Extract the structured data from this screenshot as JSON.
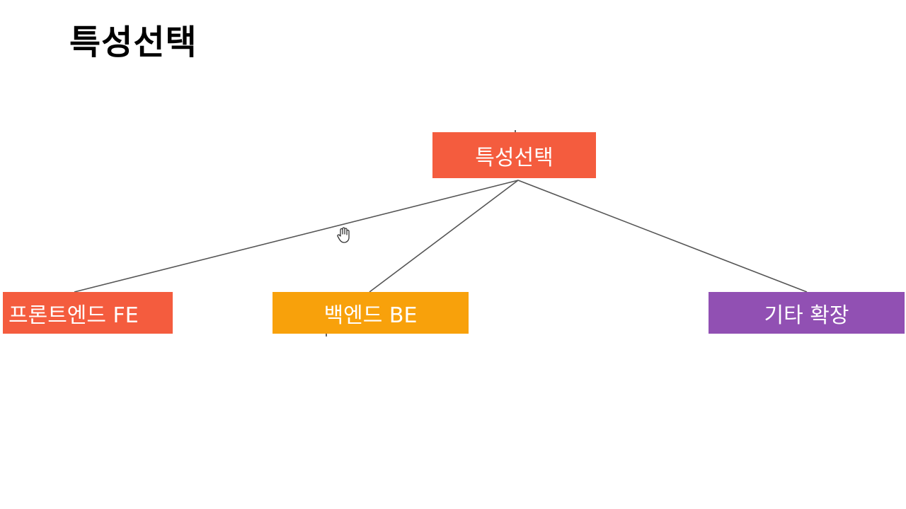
{
  "slide": {
    "title": "특성선택"
  },
  "diagram": {
    "type": "tree",
    "root": {
      "label": "특성선택",
      "color": "#f45c3e"
    },
    "children": [
      {
        "label": "프론트엔드 FE",
        "color": "#f45c3e"
      },
      {
        "label": "백엔드 BE",
        "color": "#f8a10b"
      },
      {
        "label": "기타 확장",
        "color": "#9150b3"
      }
    ],
    "edge_color": "#555555"
  },
  "cursor": {
    "icon": "hand-pointer-icon"
  }
}
